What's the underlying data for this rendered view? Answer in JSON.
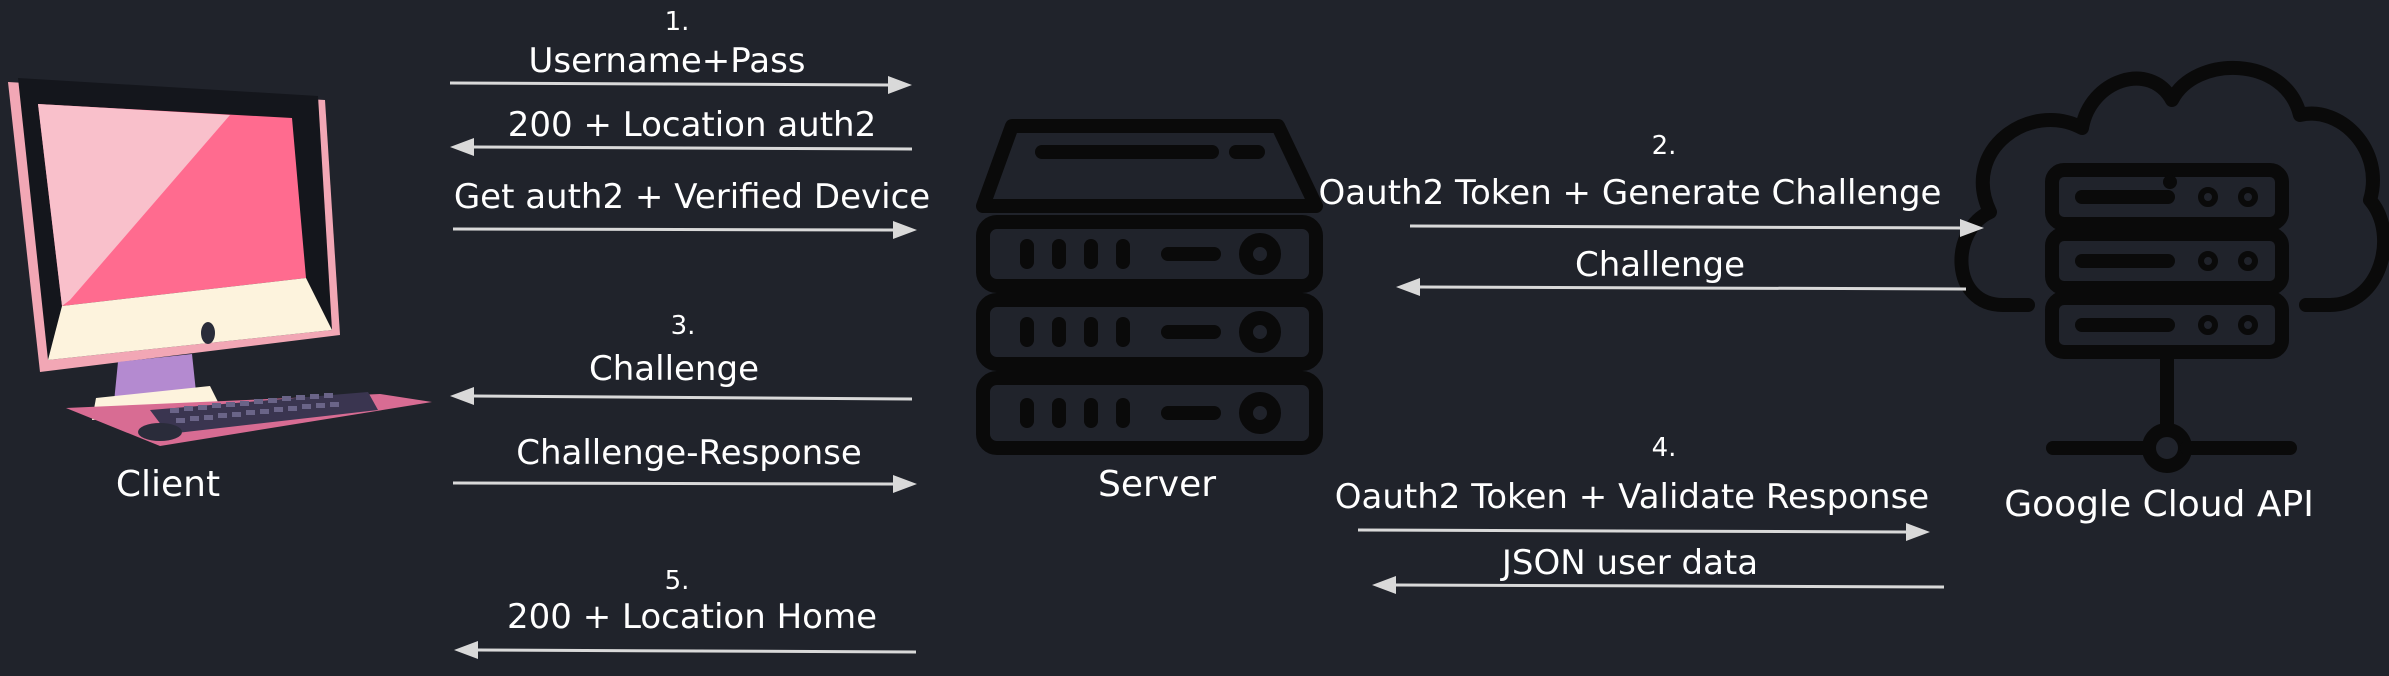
{
  "nodes": {
    "client": "Client",
    "server": "Server",
    "cloud": "Google Cloud API"
  },
  "steps": {
    "s1": "1.",
    "s2": "2.",
    "s3": "3.",
    "s4": "4.",
    "s5": "5."
  },
  "messages": {
    "username_pass": "Username+Pass",
    "location_auth2": "200 + Location auth2",
    "get_auth2": "Get auth2 + Verified Device",
    "token_generate": "Oauth2 Token + Generate Challenge",
    "challenge_from_cloud": "Challenge",
    "challenge_to_client": "Challenge",
    "challenge_response": "Challenge-Response",
    "token_validate": "Oauth2 Token + Validate Response",
    "json_user_data": "JSON user data",
    "location_home": "200 + Location Home"
  },
  "icons": {
    "client": "desktop-computer-icon",
    "server": "server-rack-icon",
    "cloud": "cloud-server-icon"
  },
  "colors": {
    "background": "#20232b",
    "text": "#ffffff",
    "arrow": "#d9d9d9",
    "icon_stroke": "#0a0a0a",
    "screen_pink": "#ff6b8f",
    "screen_light": "#f9c0cb",
    "monitor_frame": "#f6b9c2",
    "keyboard_pink": "#d86c93"
  }
}
